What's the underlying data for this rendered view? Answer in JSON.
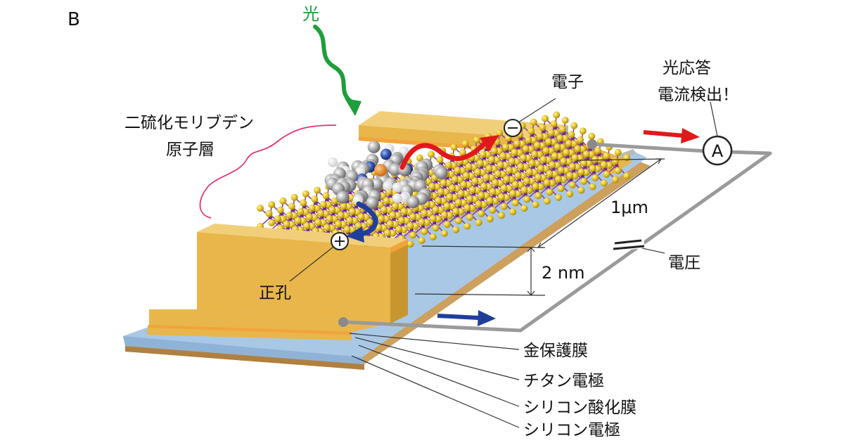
{
  "panel_label": "B",
  "labels": {
    "light": "光",
    "mos2_line1": "二硫化モリブデン",
    "mos2_line2": "原子層",
    "electron": "電子",
    "detect_line1": "光応答",
    "detect_line2": "電流検出！",
    "ammeter": "A",
    "hole": "正孔",
    "length": "1μm",
    "thickness": "2 nm",
    "voltage": "電圧",
    "layer_gold": "金保護膜",
    "layer_titanium": "チタン電極",
    "layer_oxide": "シリコン酸化膜",
    "layer_silicon": "シリコン電極"
  },
  "colors": {
    "gold": "#E8B64A",
    "gold_dark": "#C8962F",
    "orange_edge": "#F2A33A",
    "substrate_blue": "#A9C8E6",
    "silicon_tan": "#CDA05E",
    "sulfur": "#E3C020",
    "molybdenum": "#8E3FA0",
    "light_arrow": "#1E9E3A",
    "electron_arrow": "#E0191B",
    "hole_arrow": "#1F3F9A",
    "wire": "#9A9A9A",
    "bracket": "#E5327A"
  },
  "icons": [
    "light-wave-arrow",
    "electron-symbol",
    "hole-symbol",
    "ammeter-symbol",
    "battery-symbol"
  ]
}
